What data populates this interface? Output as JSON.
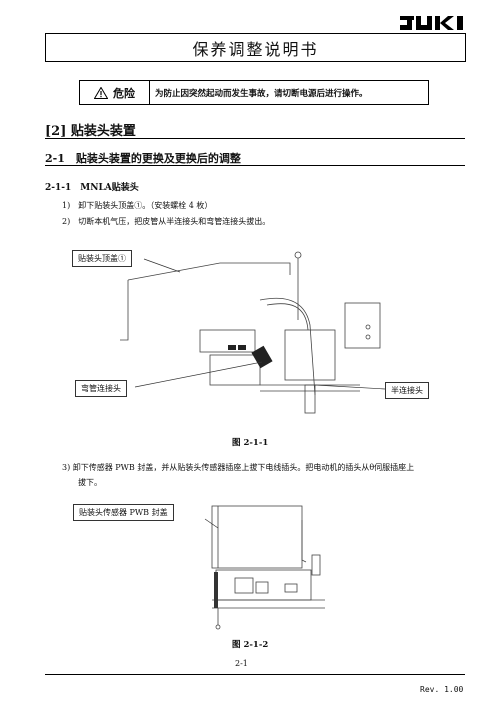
{
  "header": {
    "logo": "JUKI",
    "title": "保养调整说明书"
  },
  "warning": {
    "label": "危险",
    "text": "为防止因突然起动而发生事故，请切断电源后进行操作。"
  },
  "section": {
    "title": "[2] 贴装头装置"
  },
  "subsection": {
    "title": "2-1　贴装头装置的更换及更换后的调整"
  },
  "subsubsection": {
    "title": "2-1-1　MNLA贴装头"
  },
  "steps": [
    "1)　卸下贴装头顶盖①。（安装螺栓 4 枚）",
    "2)　切断本机气压，把皮管从半连接头和弯管连接头拔出。",
    "3)  卸下传感器 PWB 封盖，并从贴装头传感器插座上拔下电线插头。把电动机的插头从θ伺服插座上",
    "拔下。"
  ],
  "figure1": {
    "callout_top": "贴装头顶盖①",
    "callout_left": "弯管连接头",
    "callout_right": "半连接头",
    "caption": "图 2-1-1"
  },
  "figure2": {
    "callout": "贴装头传感器 PWB 封盖",
    "caption": "图 2-1-2"
  },
  "footer": {
    "page": "2-1",
    "rev": "Rev. 1.00"
  }
}
